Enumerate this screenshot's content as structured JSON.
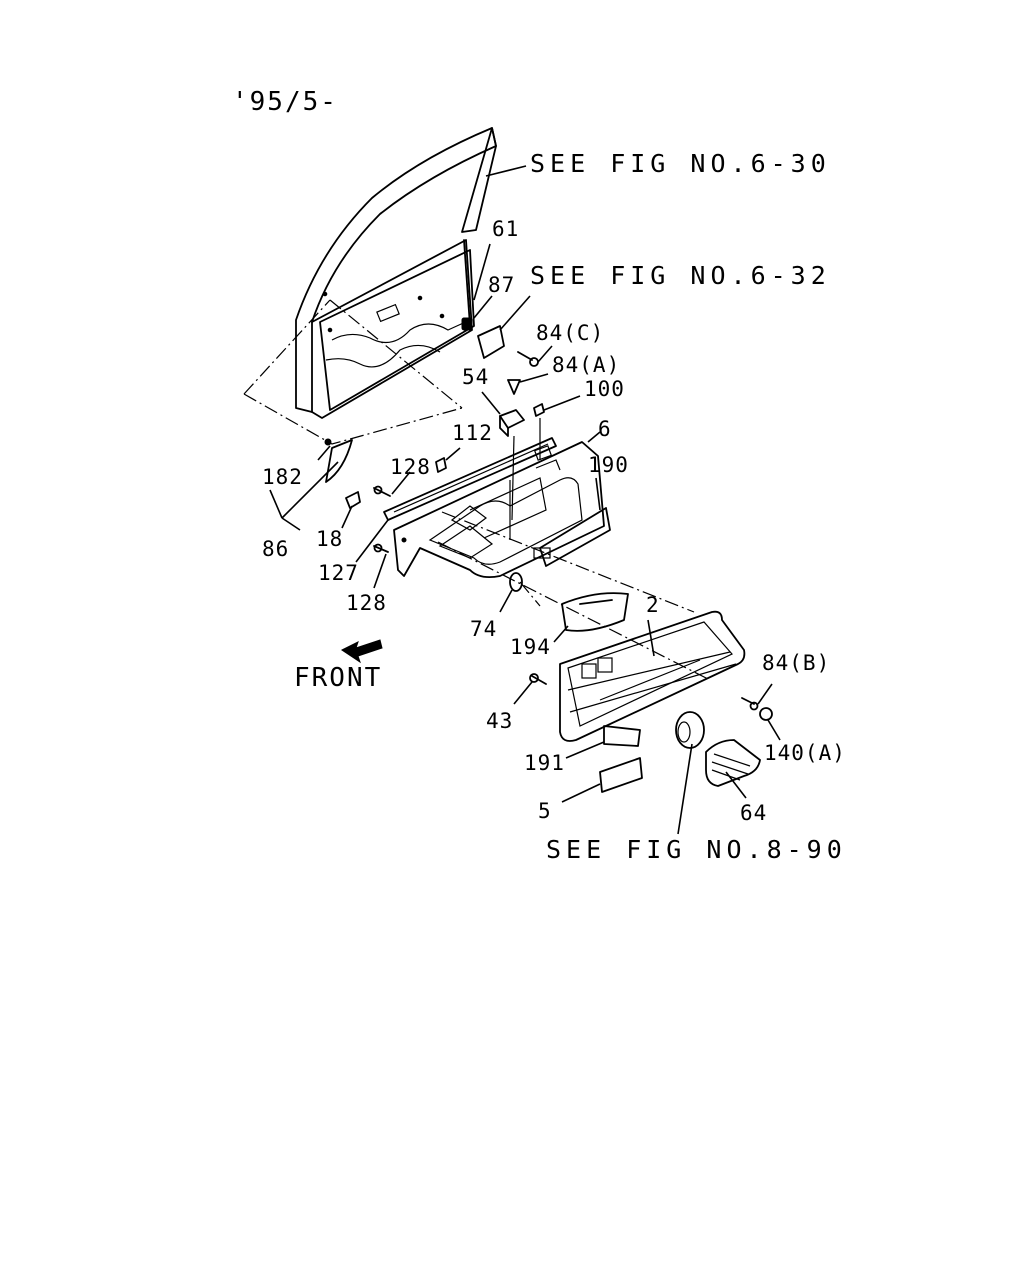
{
  "header": {
    "date_code": "'95/5-"
  },
  "references": {
    "fig_6_30": "SEE FIG NO.6-30",
    "fig_6_32": "SEE FIG NO.6-32",
    "fig_8_90": "SEE FIG NO.8-90"
  },
  "orientation": {
    "front_label": "FRONT"
  },
  "callouts": {
    "p61": "61",
    "p87": "87",
    "p84c": "84(C)",
    "p84a": "84(A)",
    "p54": "54",
    "p100": "100",
    "p112": "112",
    "p6": "6",
    "p128a": "128",
    "p190": "190",
    "p182": "182",
    "p18": "18",
    "p86": "86",
    "p127": "127",
    "p128b": "128",
    "p74": "74",
    "p2": "2",
    "p194": "194",
    "p84b": "84(B)",
    "p43": "43",
    "p140a": "140(A)",
    "p191": "191",
    "p64": "64",
    "p5": "5"
  }
}
